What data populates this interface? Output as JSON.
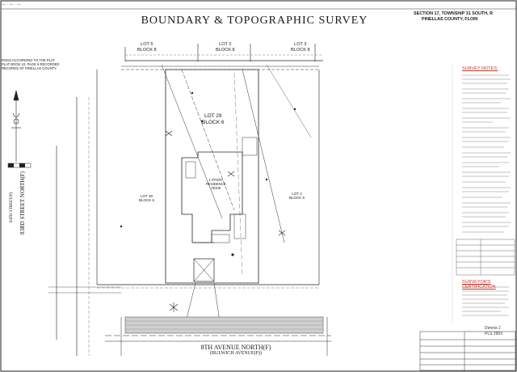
{
  "title": "BOUNDARY & TOPOGRAPHIC SURVEY",
  "header": {
    "line1": "SECTION 17, TOWNSHIP 31 SOUTH, R",
    "line2": "PINELLAS COUNTY, FLORI"
  },
  "legal_note": [
    "ROSS ACCORDING TO THE PLAT",
    "PLAT BOOK 10, PAGE 9 RECORDED",
    "RECORDS OF PINELLAS COUNTY."
  ],
  "lots": {
    "lot5": {
      "lot": "LOT 5",
      "block": "BLOCK 8"
    },
    "lot2": {
      "lot": "LOT 2",
      "block": "BLOCK 8"
    },
    "lot3": {
      "lot": "LOT 3",
      "block": "BLOCK 8"
    },
    "lot29": {
      "lot": "LOT 29",
      "block": "BLOCK 6"
    },
    "lot30": {
      "lot": "LOT 30",
      "block": "BLOCK 6"
    },
    "lot4": {
      "lot": "LOT 4",
      "block": "BLOCK 6"
    }
  },
  "residence": {
    "line1": "1 STORY",
    "line2": "RESIDENCE",
    "line3": "#5109"
  },
  "streets": {
    "street1": "83RD STREET NORTH(F)",
    "street2": "84TH STREET(P)",
    "avenue1": "8TH AVENUE NORTH(F)",
    "avenue2": "(BULWICH AVENUE(P))"
  },
  "survey_notes_title": "SURVEY NOTES:",
  "certification_title": "SURVEYOR'S CERTIFICATION",
  "signature": {
    "name": "Dennis J",
    "pls": "PLS 2903"
  }
}
